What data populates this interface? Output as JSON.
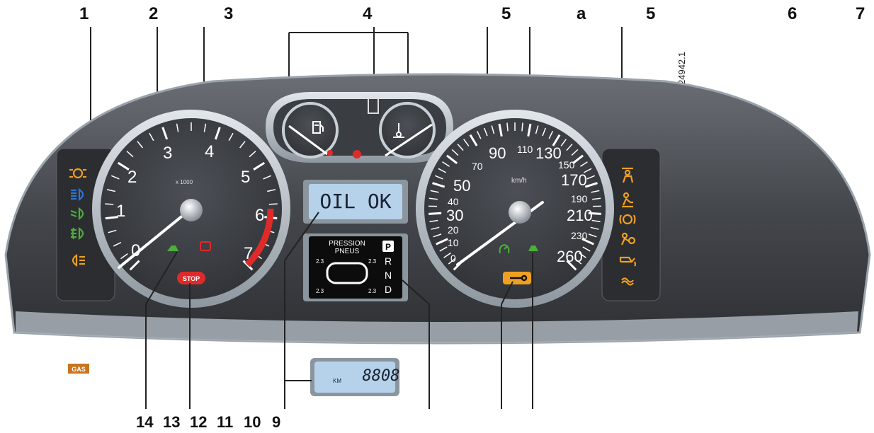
{
  "callouts_top": [
    "1",
    "2",
    "3",
    "4",
    "5",
    "a",
    "5",
    "6",
    "7"
  ],
  "callouts_bottom": [
    "14",
    "13",
    "12",
    "11",
    "10",
    "9"
  ],
  "figure_code": "24942.1",
  "tachometer": {
    "multiplier_label": "x 1000",
    "scale_labels": [
      "0",
      "1",
      "2",
      "3",
      "4",
      "5",
      "6",
      "7"
    ]
  },
  "speedometer": {
    "unit_label": "km/h",
    "scale_labels": [
      "0",
      "10",
      "20",
      "30",
      "40",
      "50",
      "70",
      "90",
      "110",
      "130",
      "150",
      "170",
      "190",
      "210",
      "230",
      "260"
    ]
  },
  "display_top": {
    "text": "OIL OK"
  },
  "tire_display": {
    "title_line1": "PRESSION",
    "title_line2": "PNEUS",
    "pressures": [
      "2.3",
      "2.3",
      "2.3",
      "2.3"
    ],
    "gear_letters": [
      "P",
      "R",
      "N",
      "D"
    ]
  },
  "odometer": {
    "unit": "KM",
    "value": "8808"
  },
  "stop_label": "STOP",
  "gas_label": "GAS",
  "colors": {
    "panel": "#4a4d52",
    "bezel": "#b9c2cb",
    "dial_face": "#3c3f44",
    "warning_amber": "#f0a020",
    "warning_green": "#4caf3a",
    "indicator_blue": "#2a78d8",
    "stop_red": "#e02a2a",
    "lcd_bg": "#b6d2ea"
  }
}
